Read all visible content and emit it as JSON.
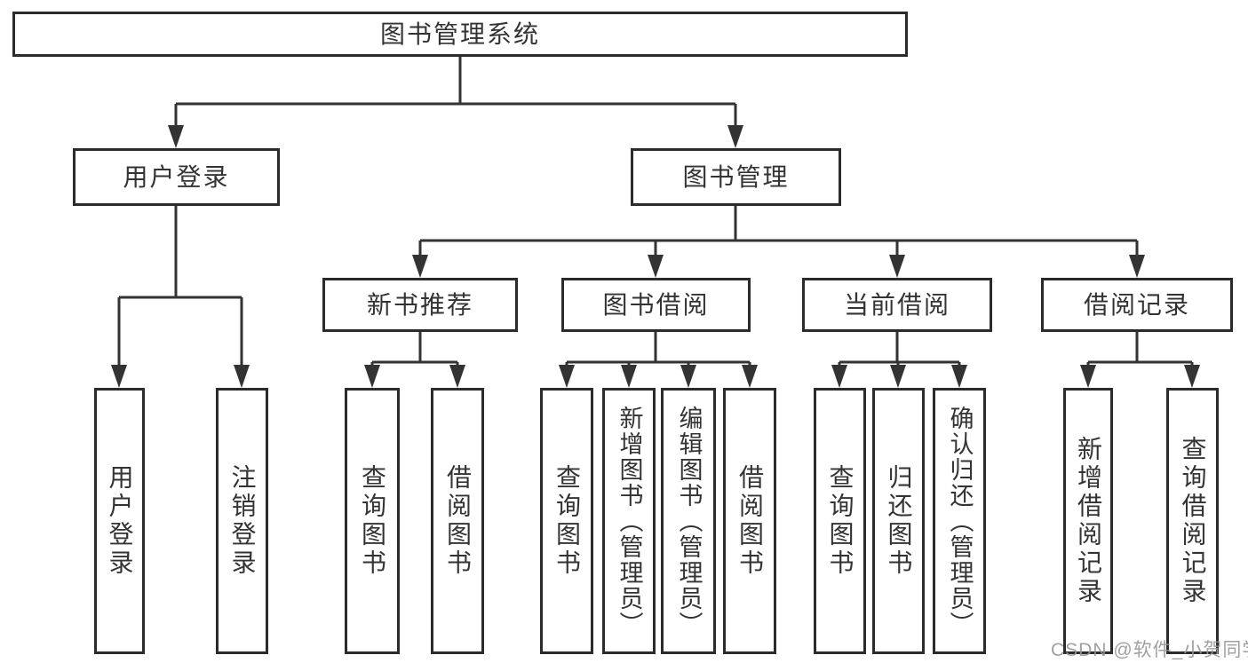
{
  "diagram_title": "图书管理系统",
  "level1": [
    {
      "label": "用户登录"
    },
    {
      "label": "图书管理"
    }
  ],
  "level2": [
    {
      "label": "新书推荐",
      "parent": "图书管理"
    },
    {
      "label": "图书借阅",
      "parent": "图书管理"
    },
    {
      "label": "当前借阅",
      "parent": "图书管理"
    },
    {
      "label": "借阅记录",
      "parent": "图书管理"
    }
  ],
  "leaves": [
    {
      "label": "用户登录",
      "parent": "用户登录"
    },
    {
      "label": "注销登录",
      "parent": "用户登录"
    },
    {
      "label": "查询图书",
      "parent": "新书推荐"
    },
    {
      "label": "借阅图书",
      "parent": "新书推荐"
    },
    {
      "label": "查询图书",
      "parent": "图书借阅"
    },
    {
      "label": "新增图书（管理员）",
      "parent": "图书借阅"
    },
    {
      "label": "编辑图书（管理员）",
      "parent": "图书借阅"
    },
    {
      "label": "借阅图书",
      "parent": "图书借阅"
    },
    {
      "label": "查询图书",
      "parent": "当前借阅"
    },
    {
      "label": "归还图书",
      "parent": "当前借阅"
    },
    {
      "label": "确认归还（管理员）",
      "parent": "当前借阅"
    },
    {
      "label": "新增借阅记录",
      "parent": "借阅记录"
    },
    {
      "label": "查询借阅记录",
      "parent": "借阅记录"
    }
  ],
  "watermark": "CSDN @软件_小贺同学",
  "colors": {
    "border": "#2b2b2b",
    "line": "#333333",
    "text": "#333333",
    "watermark": "#969696",
    "background": "#ffffff"
  }
}
